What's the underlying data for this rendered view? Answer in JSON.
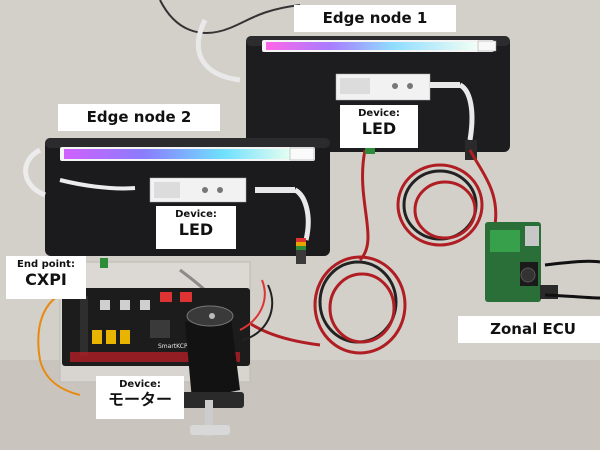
{
  "labels": {
    "edge_node_1": "Edge node 1",
    "edge_node_2": "Edge node 2",
    "zonal_ecu": "Zonal ECU",
    "device_led_1": {
      "line1": "Device:",
      "line2": "LED"
    },
    "device_led_2": {
      "line1": "Device:",
      "line2": "LED"
    },
    "end_point": {
      "line1": "End point:",
      "line2": "CXPI"
    },
    "device_motor": {
      "line1": "Device:",
      "line2": "モーター"
    }
  },
  "board_text": {
    "brand": "SmartKCP"
  },
  "colors": {
    "background": "#d2cec8",
    "box": "#1a1a1c",
    "board": "#1c1c1c",
    "cable_red": "#b01e24",
    "cable_black": "#222222",
    "raspberry": "#2a7a3a",
    "motor": "#151515"
  },
  "led_strip_colors": [
    "#ff4fd8",
    "#b070ff",
    "#6f8dff",
    "#5fd0ff",
    "#7fffb0",
    "#e0ffe8"
  ]
}
